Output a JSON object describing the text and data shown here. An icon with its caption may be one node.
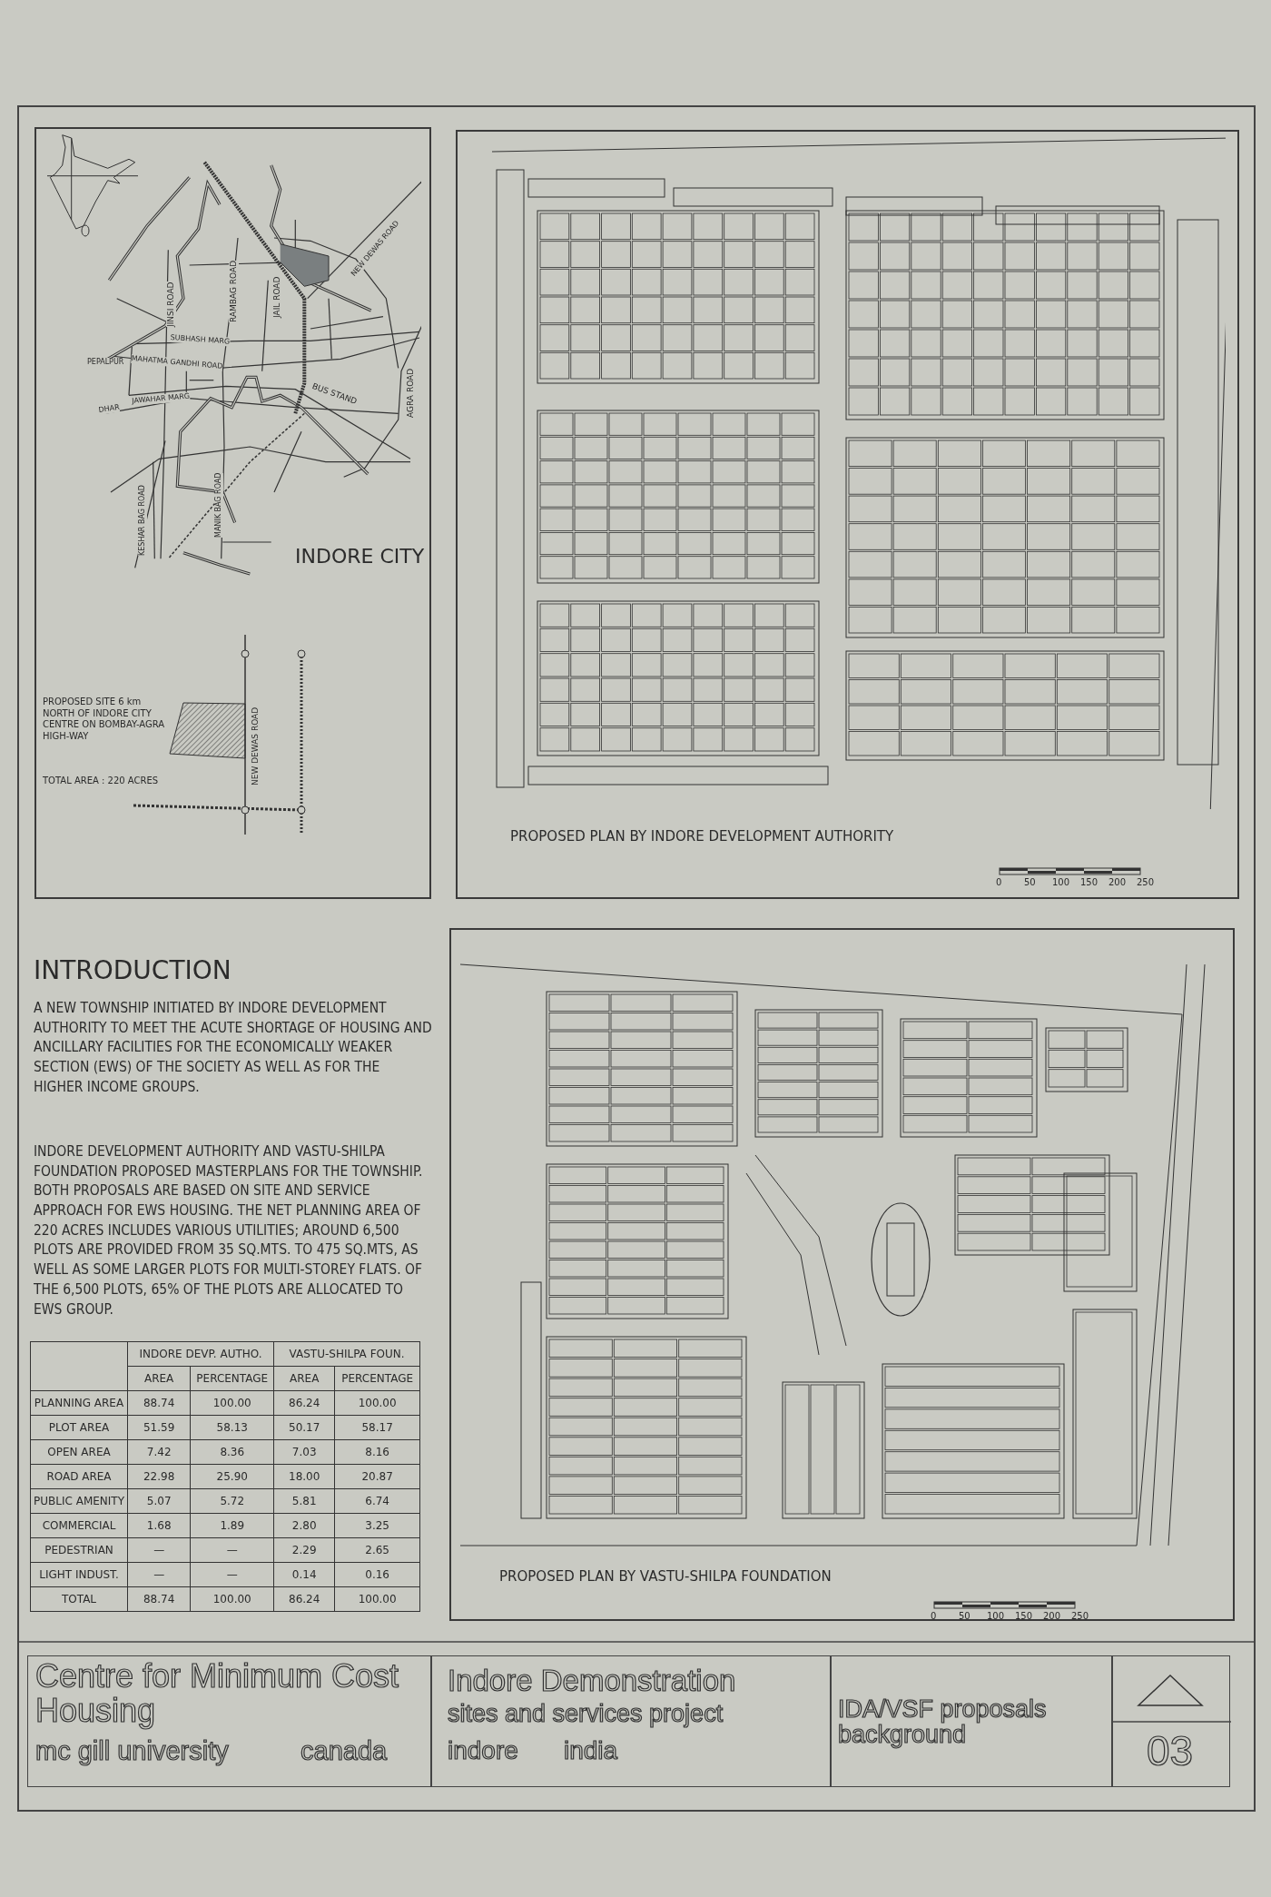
{
  "diagram": {
    "nodes": [
      {
        "text": [
          "INDORE CITY",
          "PROPOSED SITE 6 km NORTH OF INDORE CITY CENTRE ON BOMBAY-AGRA HIGH-WAY",
          "TOTAL AREA : 220 ACRES"
        ]
      },
      {
        "text": [
          "PROPOSED PLAN BY INDORE DEVELOPMENT AUTHORITY"
        ]
      },
      {
        "text": [
          "PROPOSED PLAN BY VASTU-SHILPA FOUNDATION"
        ]
      },
      {
        "text": [
          "Centre for Minimum Cost Housing",
          "mc gill university",
          "canada"
        ]
      },
      {
        "text": [
          "Indore Demonstration",
          "sites and services project",
          "indore",
          "india"
        ]
      },
      {
        "text": [
          "IDA/VSF proposals background"
        ]
      },
      {
        "text": [
          "03"
        ]
      }
    ],
    "labels": [
      "JINSI ROAD",
      "RAMBAG ROAD",
      "JAIL ROAD",
      "NEW DEWAS ROAD",
      "SUBHASH MARG",
      "PEPALPUR",
      "MAHATMA GANDHI ROAD",
      "BUS STAND",
      "AGRA ROAD",
      "DHAR",
      "JAWAHAR MARG",
      "KESHAR BAG ROAD",
      "MANIK BAG ROAD",
      "NEW DEWAS ROAD",
      "0",
      "50",
      "100",
      "150",
      "200",
      "250",
      "0",
      "50",
      "100",
      "150",
      "200",
      "250",
      "INTRODUCTION",
      "A NEW TOWNSHIP INITIATED BY INDORE DEVELOPMENT AUTHORITY TO MEET THE ACUTE SHORTAGE OF HOUSING AND ANCILLARY FACILITIES FOR THE ECONOMICALLY WEAKER SECTION (EWS) OF THE SOCIETY AS WELL AS FOR THE HIGHER INCOME GROUPS.",
      "INDORE DEVELOPMENT AUTHORITY AND VASTU-SHILPA FOUNDATION PROPOSED MASTERPLANS FOR THE TOWNSHIP. BOTH PROPOSALS ARE BASED ON SITE AND SERVICE APPROACH FOR EWS HOUSING. THE NET PLANNING AREA OF 220 ACRES INCLUDES VARIOUS UTILITIES; AROUND 6,500 PLOTS ARE PROVIDED FROM 35 SQ.MTS. TO 475 SQ.MTS, AS WELL AS SOME LARGER PLOTS FOR MULTI-STOREY FLATS. OF THE 6,500 PLOTS, 65% OF THE PLOTS ARE ALLOCATED TO EWS GROUP.",
      "INDORE DEVP. AUTHO.",
      "VASTU-SHILPA FOUN.",
      "AREA",
      "PERCENTAGE",
      "AREA",
      "PERCENTAGE",
      "PLANNING AREA",
      "88.74",
      "100.00",
      "86.24",
      "100.00",
      "PLOT AREA",
      "51.59",
      "58.13",
      "50.17",
      "58.17",
      "OPEN AREA",
      "7.42",
      "8.36",
      "7.03",
      "8.16",
      "ROAD AREA",
      "22.98",
      "25.90",
      "18.00",
      "20.87",
      "PUBLIC AMENITY",
      "5.07",
      "5.72",
      "5.81",
      "6.74",
      "COMMERCIAL",
      "1.68",
      "1.89",
      "2.80",
      "3.25",
      "PEDESTRIAN",
      "—",
      "—",
      "2.29",
      "2.65",
      "LIGHT INDUST.",
      "—",
      "—",
      "0.14",
      "0.16",
      "TOTAL",
      "88.74",
      "100.00",
      "86.24",
      "100.00"
    ]
  }
}
